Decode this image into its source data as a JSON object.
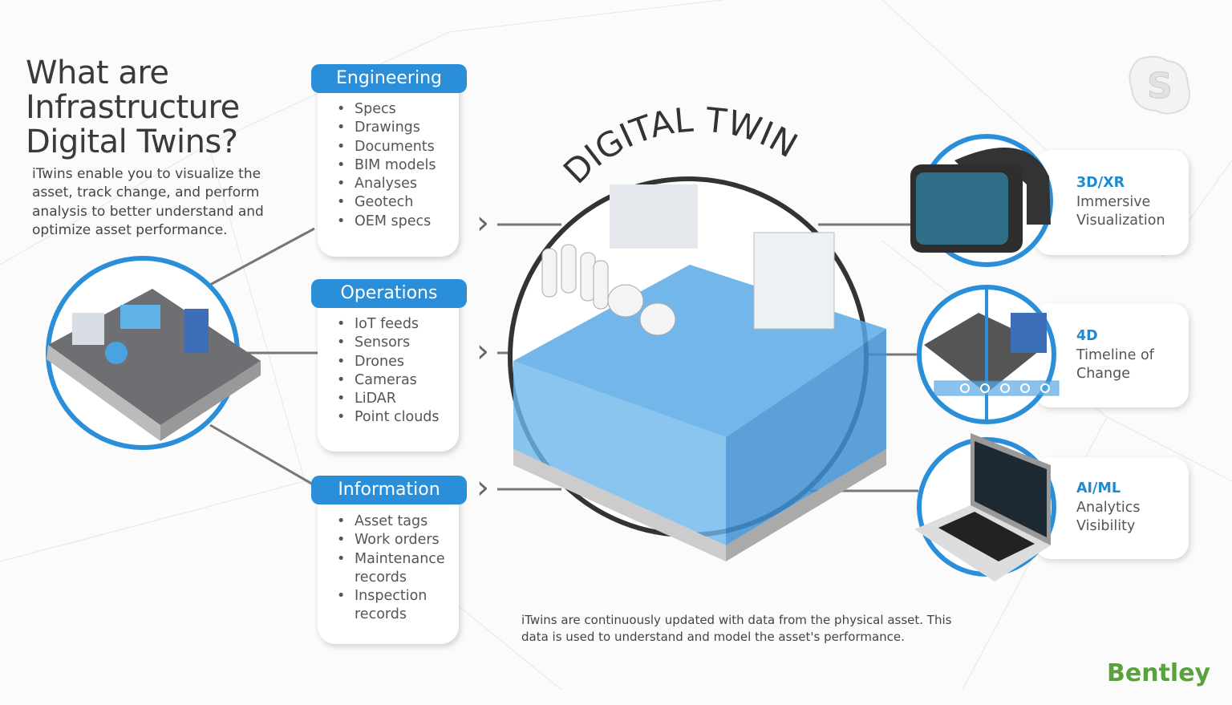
{
  "title_lines": [
    "What are",
    "Infrastructure",
    "Digital Twins?"
  ],
  "intro": "iTwins enable you to visualize the asset, track change, and perform analysis to better understand and optimize asset performance.",
  "categories": [
    {
      "label": "Engineering",
      "items": [
        "Specs",
        "Drawings",
        "Documents",
        "BIM models",
        "Analyses",
        "Geotech",
        "OEM specs"
      ]
    },
    {
      "label": "Operations",
      "items": [
        "IoT feeds",
        "Sensors",
        "Drones",
        "Cameras",
        "LiDAR",
        "Point clouds"
      ]
    },
    {
      "label": "Information",
      "items": [
        "Asset tags",
        "Work orders",
        "Maintenance records",
        "Inspection records"
      ]
    }
  ],
  "center_title": "DIGITAL TWIN",
  "outputs": [
    {
      "title": "3D/XR",
      "line1": "Immersive",
      "line2": "Visualization",
      "icon": "vr-headset-icon"
    },
    {
      "title": "4D",
      "line1": "Timeline of",
      "line2": "Change",
      "icon": "timeline-icon"
    },
    {
      "title": "AI/ML",
      "line1": "Analytics",
      "line2": "Visibility",
      "icon": "laptop-icon"
    }
  ],
  "footnote": "iTwins are continuously updated with data from the physical asset. This data is used to understand and model the asset's performance.",
  "brand": "Bentley",
  "colors": {
    "accent": "#2a8fd8",
    "brand": "#5aa23b",
    "text": "#555555"
  }
}
